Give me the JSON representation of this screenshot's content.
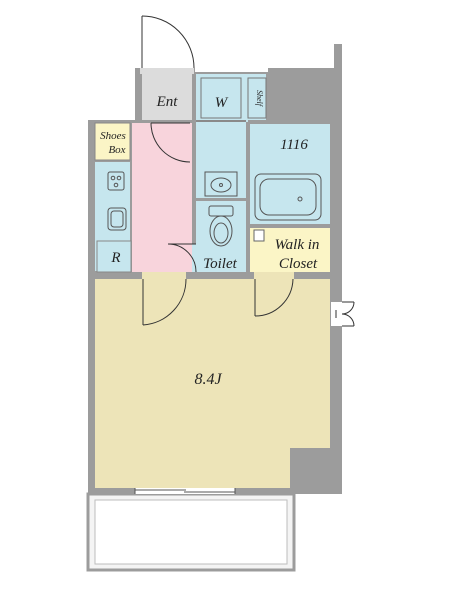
{
  "rooms": {
    "entrance": "Ent",
    "washer": "W",
    "shelf": "Shelf",
    "shoes_box_line1": "Shoes",
    "shoes_box_line2": "Box",
    "bath": "1116",
    "toilet": "Toilet",
    "walk_in_line1": "Walk in",
    "walk_in_line2": "Closet",
    "refrigerator": "R",
    "main_room": "8.4J"
  },
  "colors": {
    "wall": "#9c9c9c",
    "living": "#ede4b8",
    "wet_area": "#c6e6ee",
    "corridor": "#f8d4dc",
    "entrance": "#dcdcdc",
    "storage": "#fbf5c6",
    "balcony": "#f4f4f4"
  }
}
